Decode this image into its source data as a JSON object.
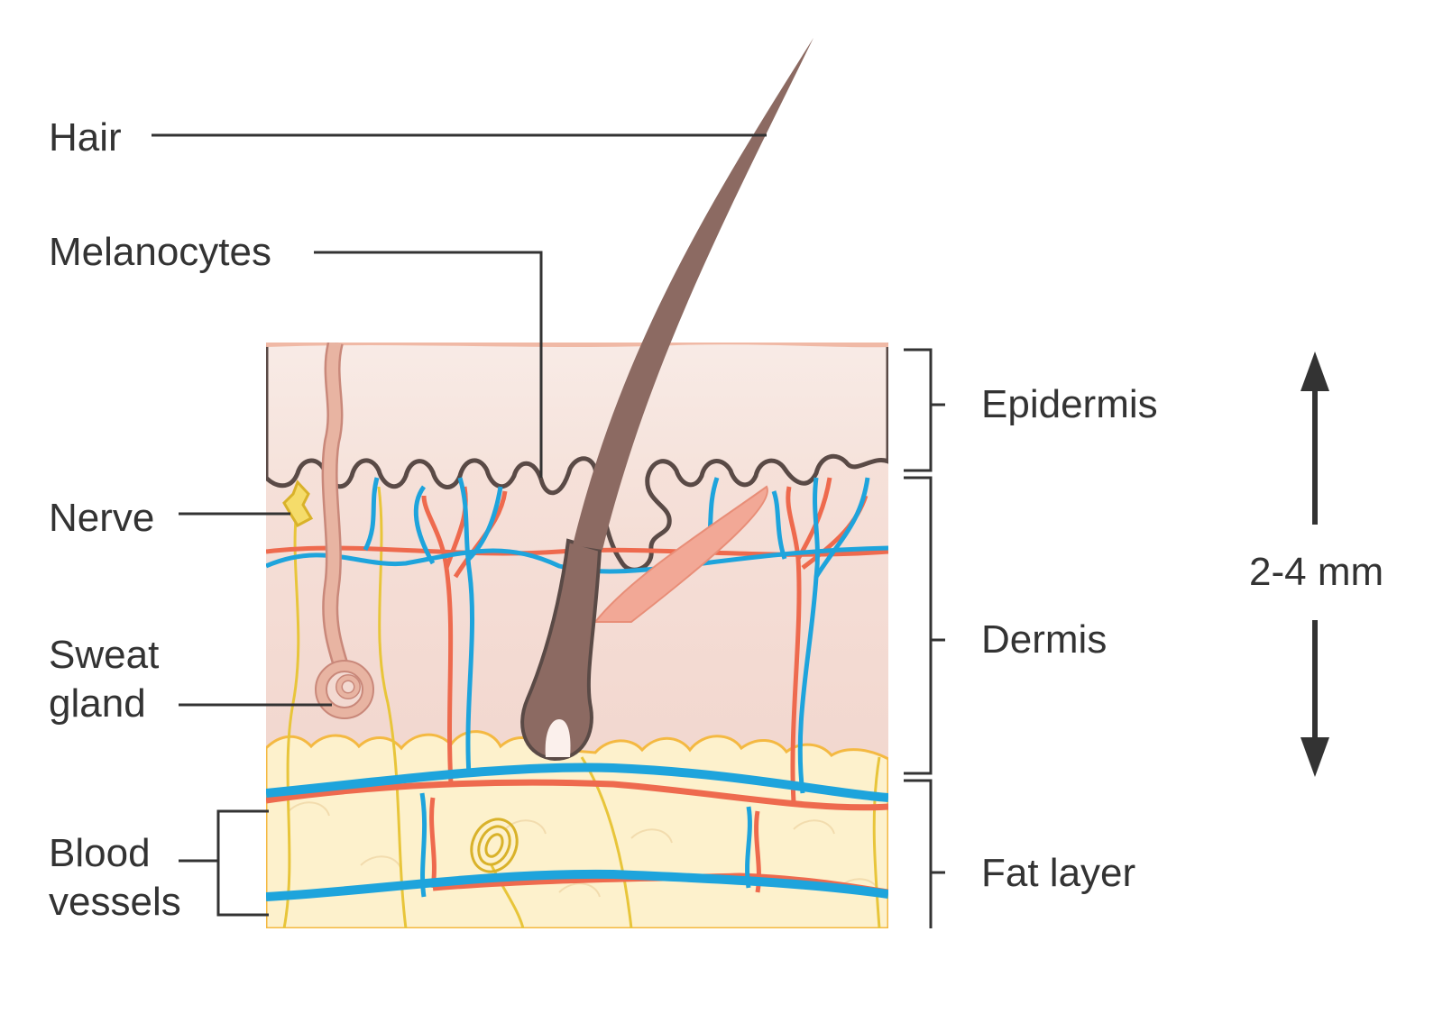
{
  "labels": {
    "hair": "Hair",
    "melanocytes": "Melanocytes",
    "nerve": "Nerve",
    "sweat_gland": [
      "Sweat",
      "gland"
    ],
    "blood_vessels": [
      "Blood",
      "vessels"
    ],
    "epidermis": "Epidermis",
    "dermis": "Dermis",
    "fat_layer": "Fat layer",
    "thickness": "2-4 mm"
  },
  "colors": {
    "epidermis": "#f6e4dc",
    "dermis": "#f2d8d0",
    "fat": "#fdf0c8",
    "fat_outline": "#f4b942",
    "artery": "#ee6a4e",
    "vein": "#1ea4dc",
    "nerve": "#e8c53a",
    "hair": "#8c6a62",
    "sweat_gland": "#e8b4a2",
    "leader_line": "#333333"
  }
}
